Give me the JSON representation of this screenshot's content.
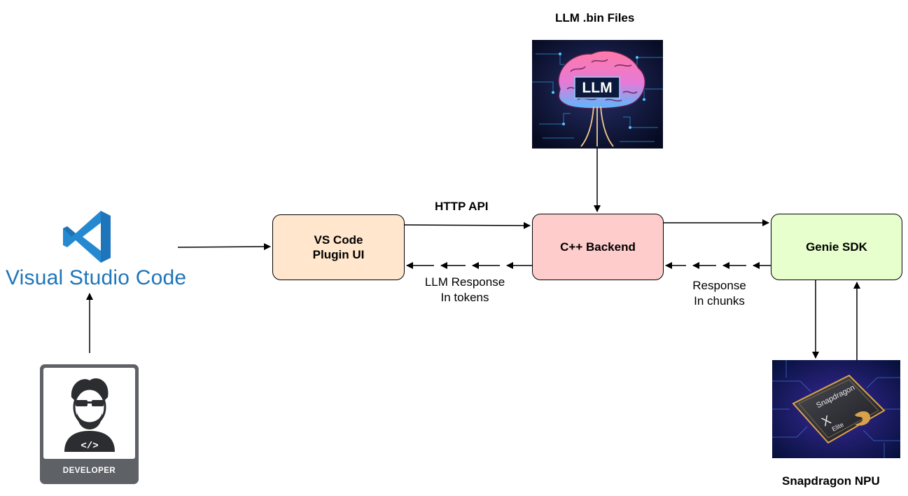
{
  "diagram": {
    "llm_files_title": "LLM .bin Files",
    "llm_image_text": "LLM",
    "vscode_logo_text": "Visual Studio Code",
    "developer_badge_text": "DEVELOPER",
    "http_api_label": "HTTP API",
    "vscode_plugin_box": "VS Code\nPlugin UI",
    "cpp_backend_box": "C++ Backend",
    "genie_sdk_box": "Genie SDK",
    "llm_response_label": "LLM Response\nIn tokens",
    "response_chunks_label": "Response\nIn chunks",
    "snapdragon_title": "Snapdragon NPU",
    "chip_text": "Snapdragon",
    "chip_model": "X",
    "chip_tier": "Elite"
  },
  "colors": {
    "plugin_fill": "#FFE6CC",
    "backend_fill": "#FFCCCC",
    "genie_fill": "#E6FFCC",
    "vscode_blue": "#1F75B9",
    "developer_gray": "#5E6166"
  }
}
